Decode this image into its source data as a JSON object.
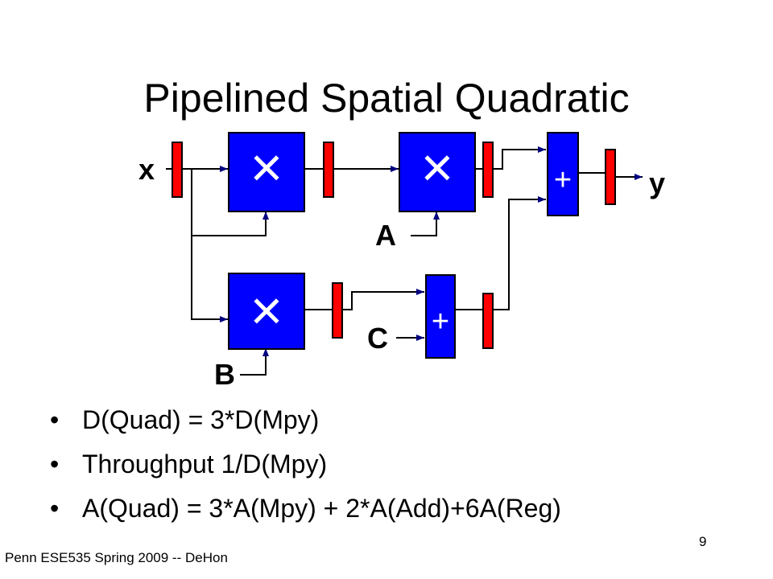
{
  "slide": {
    "title": "Pipelined Spatial Quadratic",
    "footer": "Penn ESE535 Spring 2009 -- DeHon",
    "page_number": "9"
  },
  "diagram": {
    "labels": {
      "x": "x",
      "y": "y",
      "A": "A",
      "B": "B",
      "C": "C"
    },
    "multiply_symbol": "×",
    "add_symbol": "+",
    "colors": {
      "unit_fill": "#0000ff",
      "register_fill": "#ff0000",
      "wire": "#000000",
      "arrow": "#000080"
    }
  },
  "bullets": [
    {
      "bullet": "•",
      "text": "D(Quad) = 3*D(Mpy)"
    },
    {
      "bullet": "•",
      "text": "Throughput 1/D(Mpy)"
    },
    {
      "bullet": "•",
      "text": "A(Quad) = 3*A(Mpy) + 2*A(Add)+6A(Reg)"
    }
  ]
}
